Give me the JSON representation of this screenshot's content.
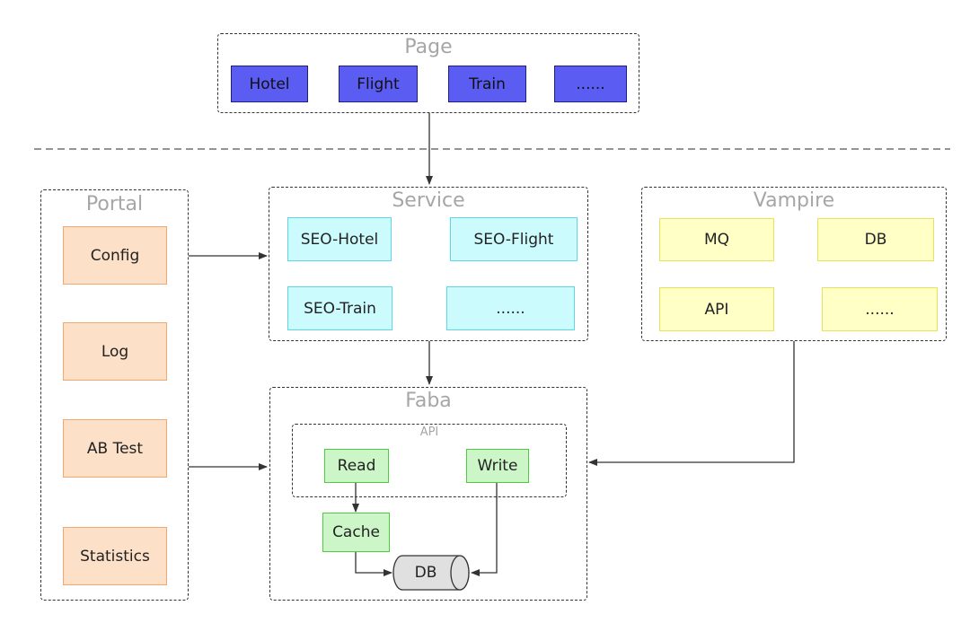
{
  "page": {
    "title": "Page",
    "items": [
      "Hotel",
      "Flight",
      "Train",
      "......"
    ]
  },
  "portal": {
    "title": "Portal",
    "items": [
      "Config",
      "Log",
      "AB Test",
      "Statistics"
    ]
  },
  "service": {
    "title": "Service",
    "items": [
      "SEO-Hotel",
      "SEO-Flight",
      "SEO-Train",
      "......"
    ]
  },
  "vampire": {
    "title": "Vampire",
    "items": [
      "MQ",
      "DB",
      "API",
      "......"
    ]
  },
  "faba": {
    "title": "Faba",
    "api_title": "API",
    "read": "Read",
    "write": "Write",
    "cache": "Cache",
    "db": "DB"
  },
  "colors": {
    "page_box": "#5a5cf2",
    "service_box": "#ccfbfe",
    "portal_box": "#fde0c8",
    "vampire_box": "#ffffc6",
    "faba_box": "#ccf6c7",
    "db_cylinder": "#e0e0e0",
    "group_title": "#a6a6a6"
  }
}
